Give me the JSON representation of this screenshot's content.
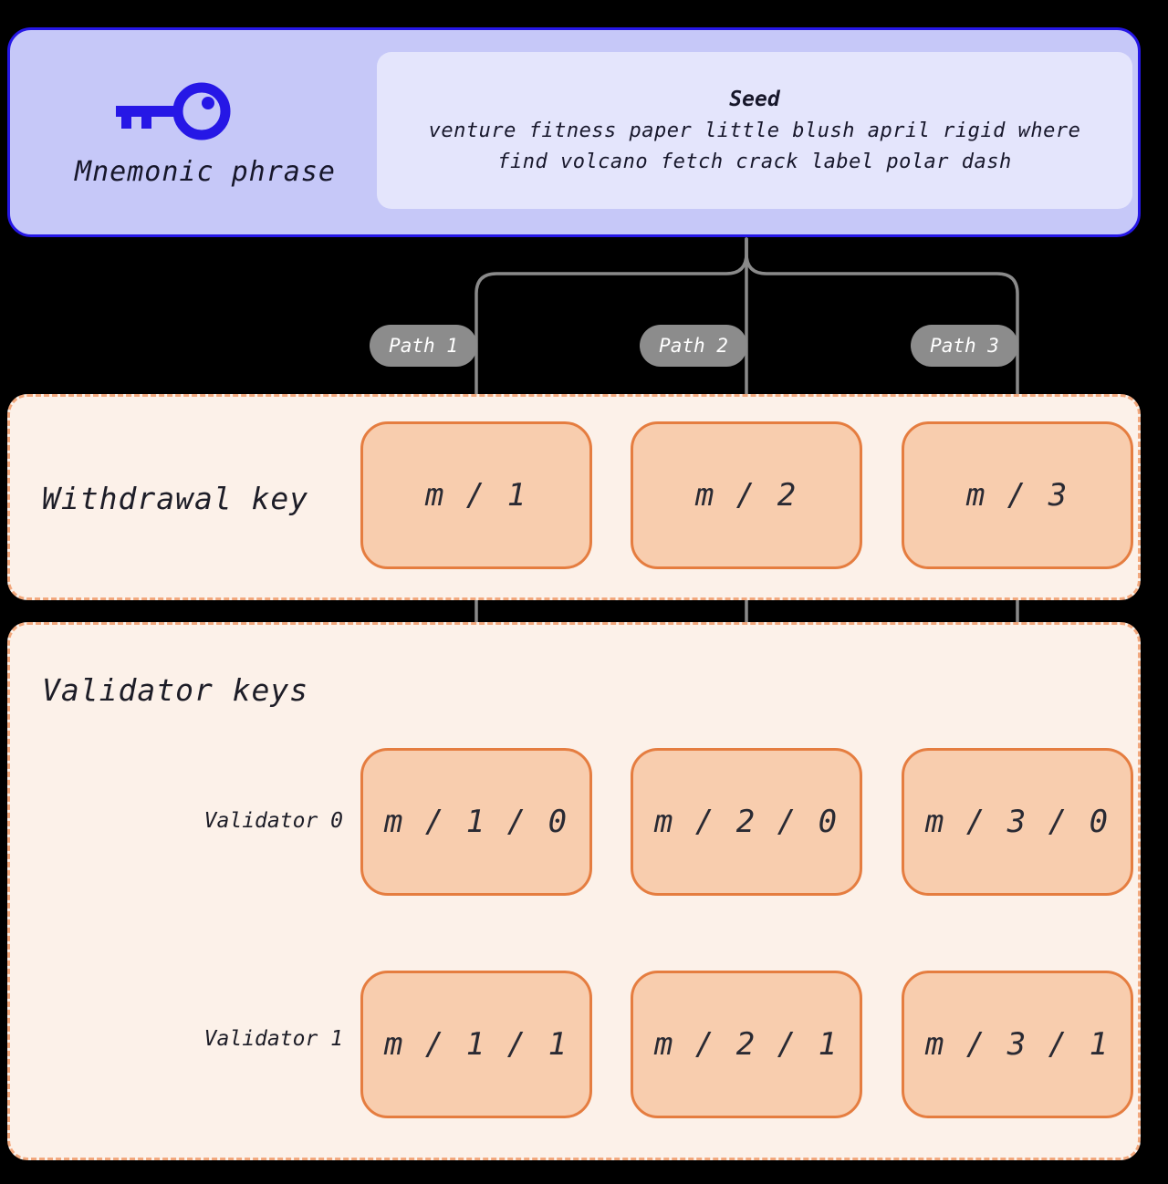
{
  "mnemonic": {
    "label": "Mnemonic phrase"
  },
  "seed": {
    "title": "Seed",
    "line1": "venture fitness paper little blush april rigid where",
    "line2": "find volcano fetch crack label polar dash"
  },
  "paths": [
    "Path 1",
    "Path 2",
    "Path 3"
  ],
  "withdrawal": {
    "label": "Withdrawal key",
    "keys": [
      "m / 1",
      "m / 2",
      "m / 3"
    ]
  },
  "validators": {
    "label": "Validator keys",
    "rows": [
      {
        "label": "Validator 0",
        "keys": [
          "m / 1 / 0",
          "m / 2 / 0",
          "m / 3 / 0"
        ]
      },
      {
        "label": "Validator 1",
        "keys": [
          "m / 1 / 1",
          "m / 2 / 1",
          "m / 3 / 1"
        ]
      }
    ]
  },
  "colors": {
    "accent_blue": "#2617e6",
    "panel_lavender": "#c6c8f8",
    "seed_box": "#e4e5fc",
    "connector_gray": "#8a8a8a",
    "section_peach": "#fcf1e9",
    "section_border": "#f2a87d",
    "key_box_fill": "#f8cdae",
    "key_box_border": "#e57d40",
    "background": "#000000"
  }
}
